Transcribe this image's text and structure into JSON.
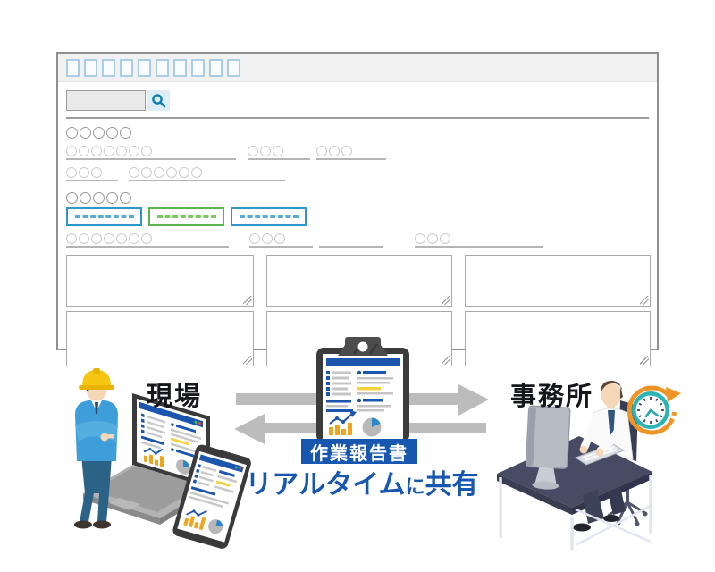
{
  "form": {
    "title_squares": 10,
    "search": {
      "value": "",
      "placeholder": ""
    },
    "section1": {
      "label_circles": 5,
      "row1_fields": [
        {
          "circles": 7
        },
        {
          "circles": 3
        },
        {
          "circles": 3
        }
      ],
      "row2_fields": [
        {
          "circles": 3
        },
        {
          "circles": 6
        }
      ]
    },
    "section2": {
      "label_circles": 5,
      "buttons": [
        {
          "style": "blue"
        },
        {
          "style": "green"
        },
        {
          "style": "blue"
        }
      ],
      "row_fields": [
        {
          "circles": 7
        },
        {
          "circles": 3
        },
        {
          "circles": 0
        },
        {
          "circles": 3
        }
      ],
      "textarea_count": 6
    }
  },
  "illustration": {
    "site_label": "現場",
    "office_label": "事務所",
    "report_badge": "作業報告書",
    "share_text": {
      "part1": "リアルタイム",
      "particle": "に",
      "part2": "共有"
    }
  },
  "colors": {
    "accent_blue": "#1757b0",
    "doc_header_blue": "#1b55ae",
    "button_blue": "#2e96cb",
    "button_green": "#5cb450",
    "title_square_blue": "#a8cde4",
    "search_icon_teal": "#0d7fae",
    "arrow_gray": "#bcbcbc",
    "chart_orange": "#f0a51e",
    "highlight_yellow": "#f5d33f",
    "pie_blue": "#2b87c8",
    "clock_teal": "#2cb3b6",
    "clock_arrow_orange": "#ef9426",
    "helmet_yellow": "#f5c711",
    "jacket_blue": "#3e9ed9",
    "desk_navy": "#474b63"
  }
}
